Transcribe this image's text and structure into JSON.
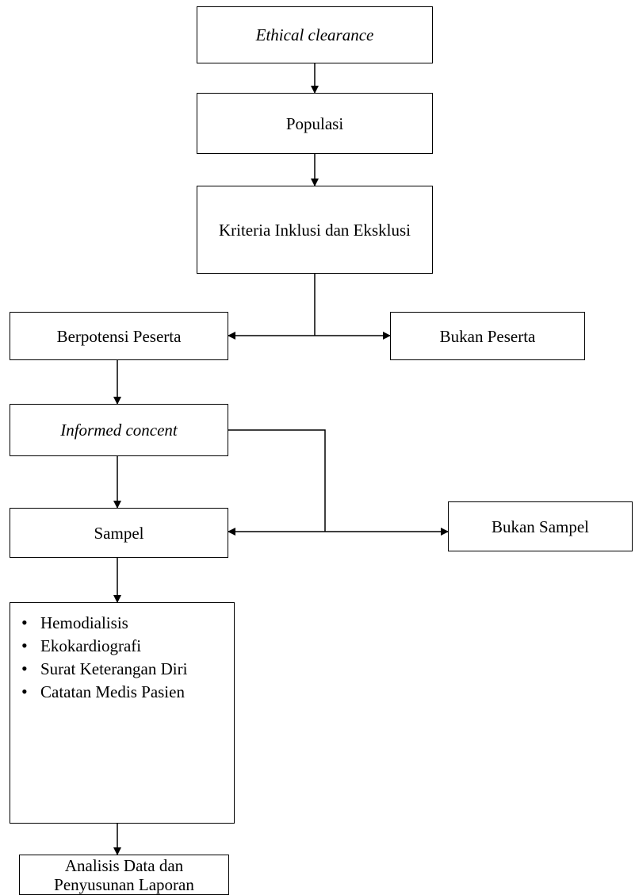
{
  "flow": {
    "ethical": "Ethical clearance",
    "populasi": "Populasi",
    "kriteria": "Kriteria Inklusi dan Eksklusi",
    "berpotensi": "Berpotensi Peserta",
    "bukan_peserta": "Bukan Peserta",
    "informed": "Informed concent",
    "sampel": "Sampel",
    "bukan_sampel": "Bukan Sampel",
    "kegiatan": [
      "Hemodialisis",
      "Ekokardiografi",
      "Surat Keterangan Diri",
      "Catatan Medis Pasien"
    ],
    "analisis": "Analisis Data dan Penyusunan Laporan"
  }
}
